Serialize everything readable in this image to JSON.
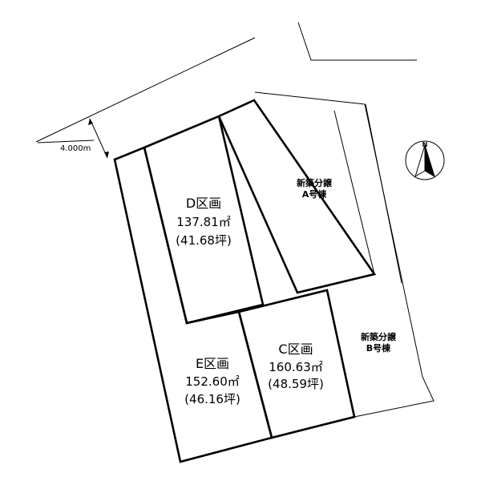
{
  "road": {
    "width_label": "4.000m"
  },
  "compass": {
    "label": "N"
  },
  "lots": {
    "d": {
      "name": "D区画",
      "area": "137.81㎡",
      "tsubo": "(41.68坪)"
    },
    "e": {
      "name": "E区画",
      "area": "152.60㎡",
      "tsubo": "(46.16坪)"
    },
    "c": {
      "name": "C区画",
      "area": "160.63㎡",
      "tsubo": "(48.59坪)"
    }
  },
  "houses": {
    "a": {
      "line1": "新築分譲",
      "line2": "A号棟"
    },
    "b": {
      "line1": "新築分譲",
      "line2": "B号棟"
    }
  }
}
